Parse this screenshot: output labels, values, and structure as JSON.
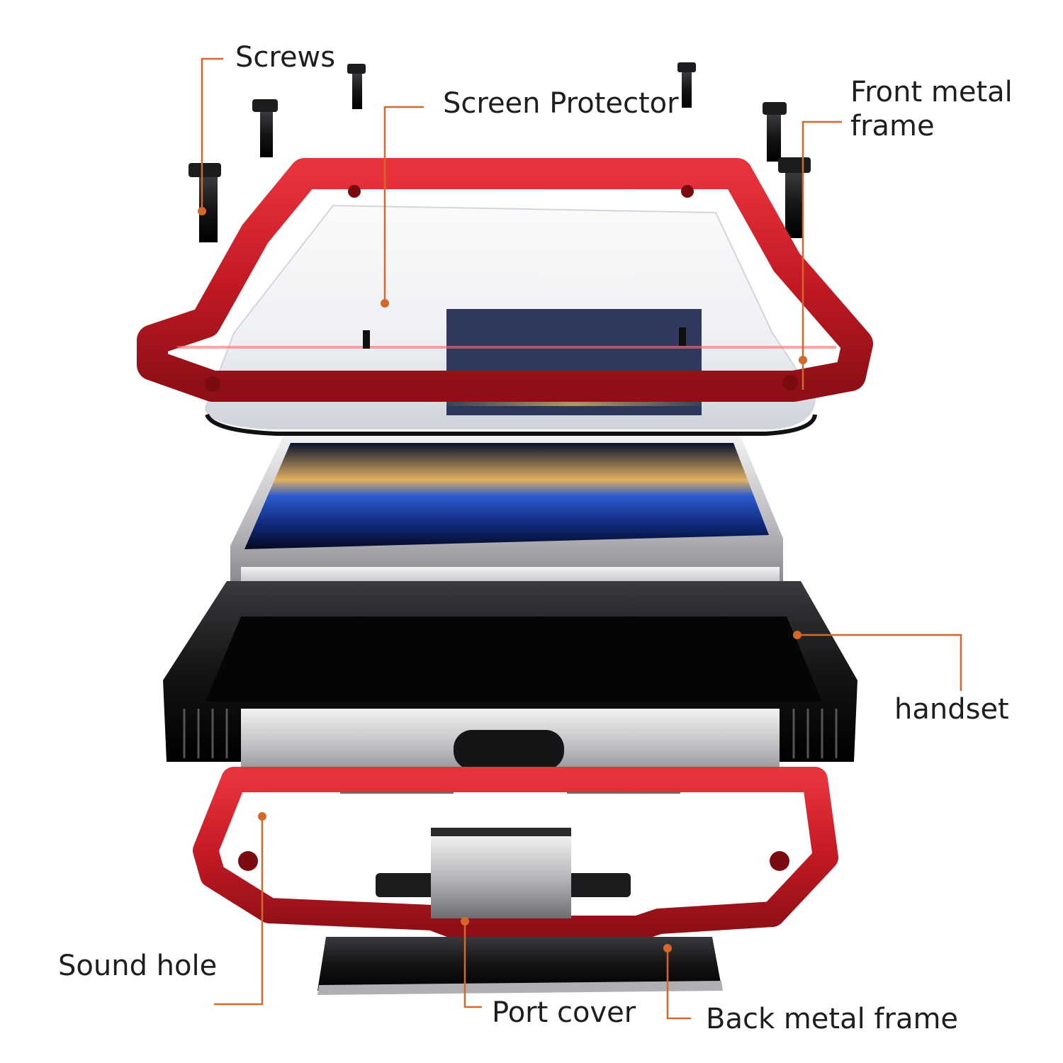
{
  "colors": {
    "callout": "#d4682a",
    "frame_red": "#d0202a",
    "frame_red_dark": "#8e0f16",
    "case_black": "#1a1a1c",
    "phone_silver": "#c9c9cc",
    "screen_blue": "#0f2a7a",
    "text": "#1e1e1e"
  },
  "labels": {
    "screws": "Screws",
    "screen_protector": "Screen Protector",
    "front_frame_1": "Front metal",
    "front_frame_2": "frame",
    "handset": "handset",
    "sound_hole": "Sound hole",
    "port_cover": "Port cover",
    "back_frame": "Back metal frame"
  }
}
